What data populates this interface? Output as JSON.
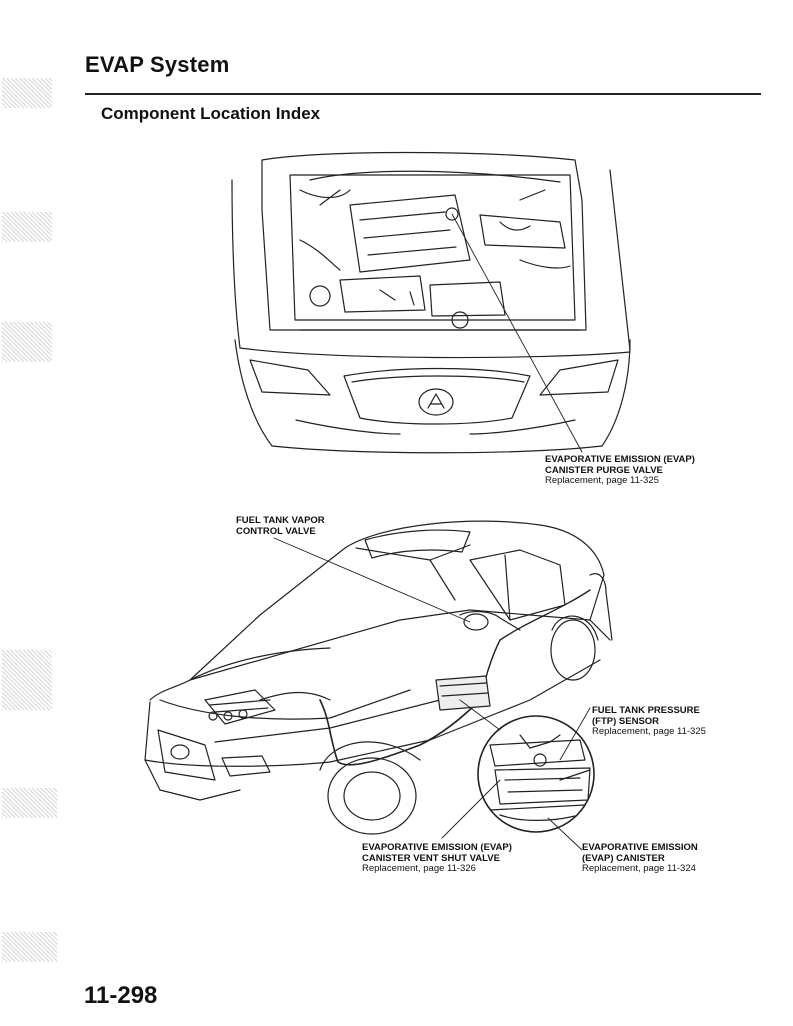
{
  "header": {
    "title": "EVAP System"
  },
  "section": {
    "heading": "Component Location Index"
  },
  "callouts": {
    "purge_valve": {
      "line1": "EVAPORATIVE EMISSION (EVAP)",
      "line2": "CANISTER PURGE VALVE",
      "ref": "Replacement, page 11-325"
    },
    "vapor_valve": {
      "line1": "FUEL TANK VAPOR",
      "line2": "CONTROL VALVE"
    },
    "ftp_sensor": {
      "line1": "FUEL TANK PRESSURE",
      "line2": "(FTP) SENSOR",
      "ref": "Replacement, page 11-325"
    },
    "vent_valve": {
      "line1": "EVAPORATIVE EMISSION (EVAP)",
      "line2": "CANISTER VENT SHUT VALVE",
      "ref": "Replacement, page 11-326"
    },
    "canister": {
      "line1": "EVAPORATIVE EMISSION",
      "line2": "(EVAP) CANISTER",
      "ref": "Replacement, page 11-324"
    }
  },
  "footer": {
    "page_number": "11-298"
  }
}
